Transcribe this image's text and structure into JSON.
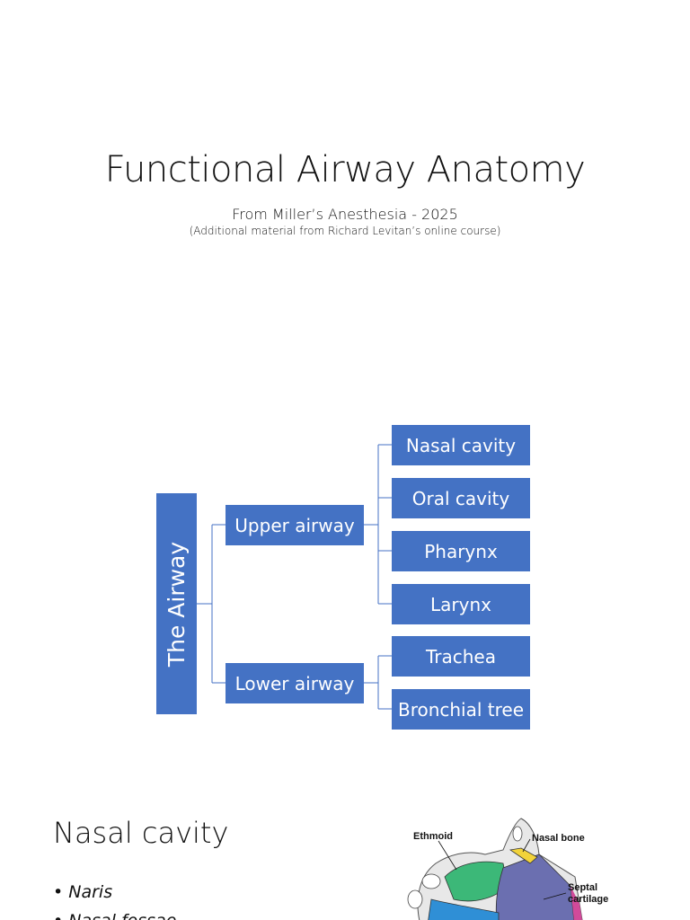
{
  "slide1": {
    "title": "Functional Airway Anatomy",
    "subtitle": "From Miller’s Anesthesia - 2025",
    "note": "(Additional material from Richard Levitan’s online course)"
  },
  "slide2": {
    "root": "The Airway",
    "branches": [
      {
        "label": "Upper airway",
        "children": [
          "Nasal cavity",
          "Oral cavity",
          "Pharynx",
          "Larynx"
        ]
      },
      {
        "label": "Lower airway",
        "children": [
          "Trachea",
          "Bronchial tree"
        ]
      }
    ],
    "colors": {
      "box": "#4472c4",
      "connector": "#4472c4",
      "text": "#ffffff"
    }
  },
  "slide3": {
    "heading": "Nasal cavity",
    "bullets": [
      "Naris",
      "Nasal fossae"
    ],
    "figure": {
      "labels": {
        "ethmoid": "Ethmoid",
        "nasal_bone": "Nasal bone",
        "septal_cartilage": "Septal\ncartilage"
      },
      "label_lines": [
        "Septal",
        "cartilage"
      ]
    }
  }
}
